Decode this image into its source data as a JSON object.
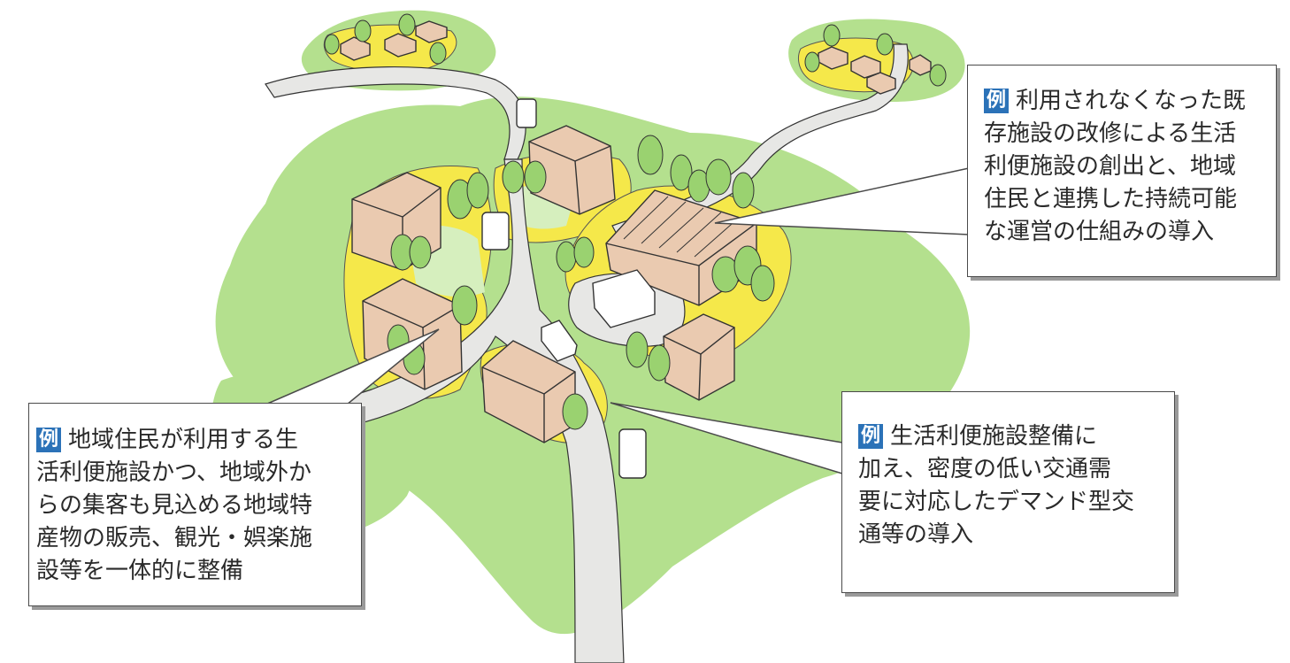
{
  "callouts": {
    "top_right": {
      "badge": "例",
      "lines": [
        "利用されなくなった既",
        "存施設の改修による生活",
        "利便施設の創出と、地域",
        "住民と連携した持続可能",
        "な運営の仕組みの導入"
      ]
    },
    "left": {
      "badge": "例",
      "lines": [
        "地域住民が利用する生",
        "活利便施設かつ、地域外か",
        "らの集客も見込める地域特",
        "産物の販売、観光・娯楽施",
        "設等を一体的に整備"
      ]
    },
    "bottom_right": {
      "badge": "例",
      "lines": [
        "生活利便施設整備に",
        "加え、密度の低い交通需",
        "要に対応したデマンド型交",
        "通等の導入"
      ]
    }
  },
  "colors": {
    "hill_green": "#b4e08e",
    "plaza_yellow": "#f5e84a",
    "road_gray": "#e7e7e5",
    "building": "#eacab0",
    "tree": "#9ad270",
    "badge_blue": "#2b72b8"
  }
}
